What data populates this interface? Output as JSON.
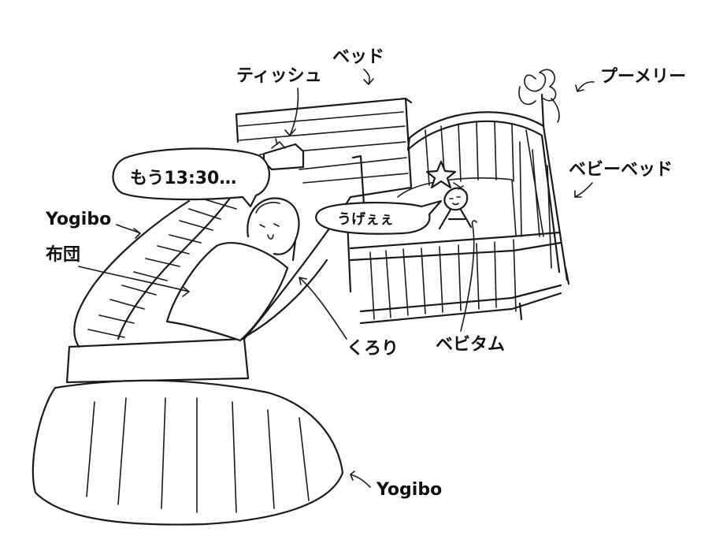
{
  "labels": {
    "tissue": "ティッシュ",
    "bed": "ベッド",
    "mobile": "プーメリー",
    "baby_bed": "ベビーベッド",
    "yogibo_top": "Yogibo",
    "futon": "布団",
    "kurori": "くろり",
    "bebitam": "ベビタム",
    "yogibo_bottom": "Yogibo"
  },
  "bubbles": {
    "mother": "もう13:30…",
    "baby": "うげぇぇ"
  }
}
